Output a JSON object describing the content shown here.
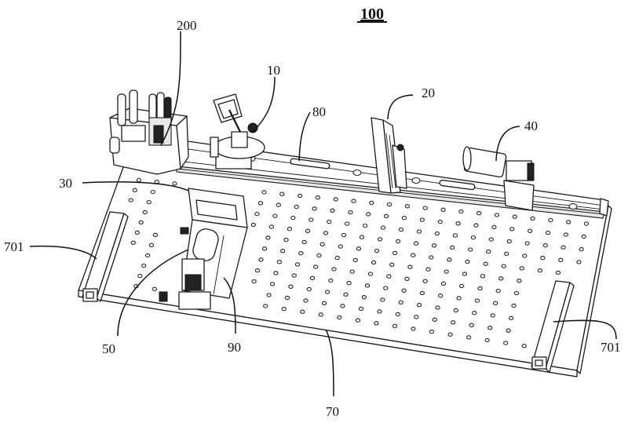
{
  "figure": {
    "title": "100",
    "labels": {
      "assembly_200": "200",
      "component_10": "10",
      "rail_80": "80",
      "component_20": "20",
      "component_40": "40",
      "component_30": "30",
      "handle_701_left": "701",
      "handle_701_right": "701",
      "component_50": "50",
      "component_90": "90",
      "breadboard_70": "70"
    }
  }
}
